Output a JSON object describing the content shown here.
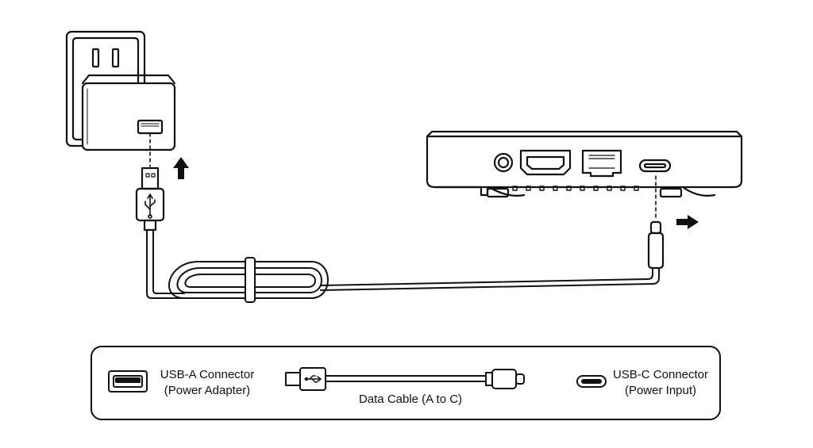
{
  "legend": {
    "usb_a": {
      "line1": "USB-A Connector",
      "line2": "(Power Adapter)",
      "icon": "usb-a-port-icon"
    },
    "cable": {
      "label": "Data Cable (A to C)",
      "icon": "usb-a-to-c-cable-icon"
    },
    "usb_c": {
      "line1": "USB-C Connector",
      "line2": "(Power Input)",
      "icon": "usb-c-port-icon"
    }
  },
  "icons": [
    "wall-outlet-icon",
    "power-adapter-icon",
    "usb-symbol-icon",
    "arrow-up-icon",
    "arrow-right-icon",
    "tv-box-icon",
    "hdmi-port-icon",
    "ethernet-port-icon",
    "audio-jack-icon"
  ],
  "colors": {
    "line": "#111111",
    "background": "#ffffff"
  }
}
